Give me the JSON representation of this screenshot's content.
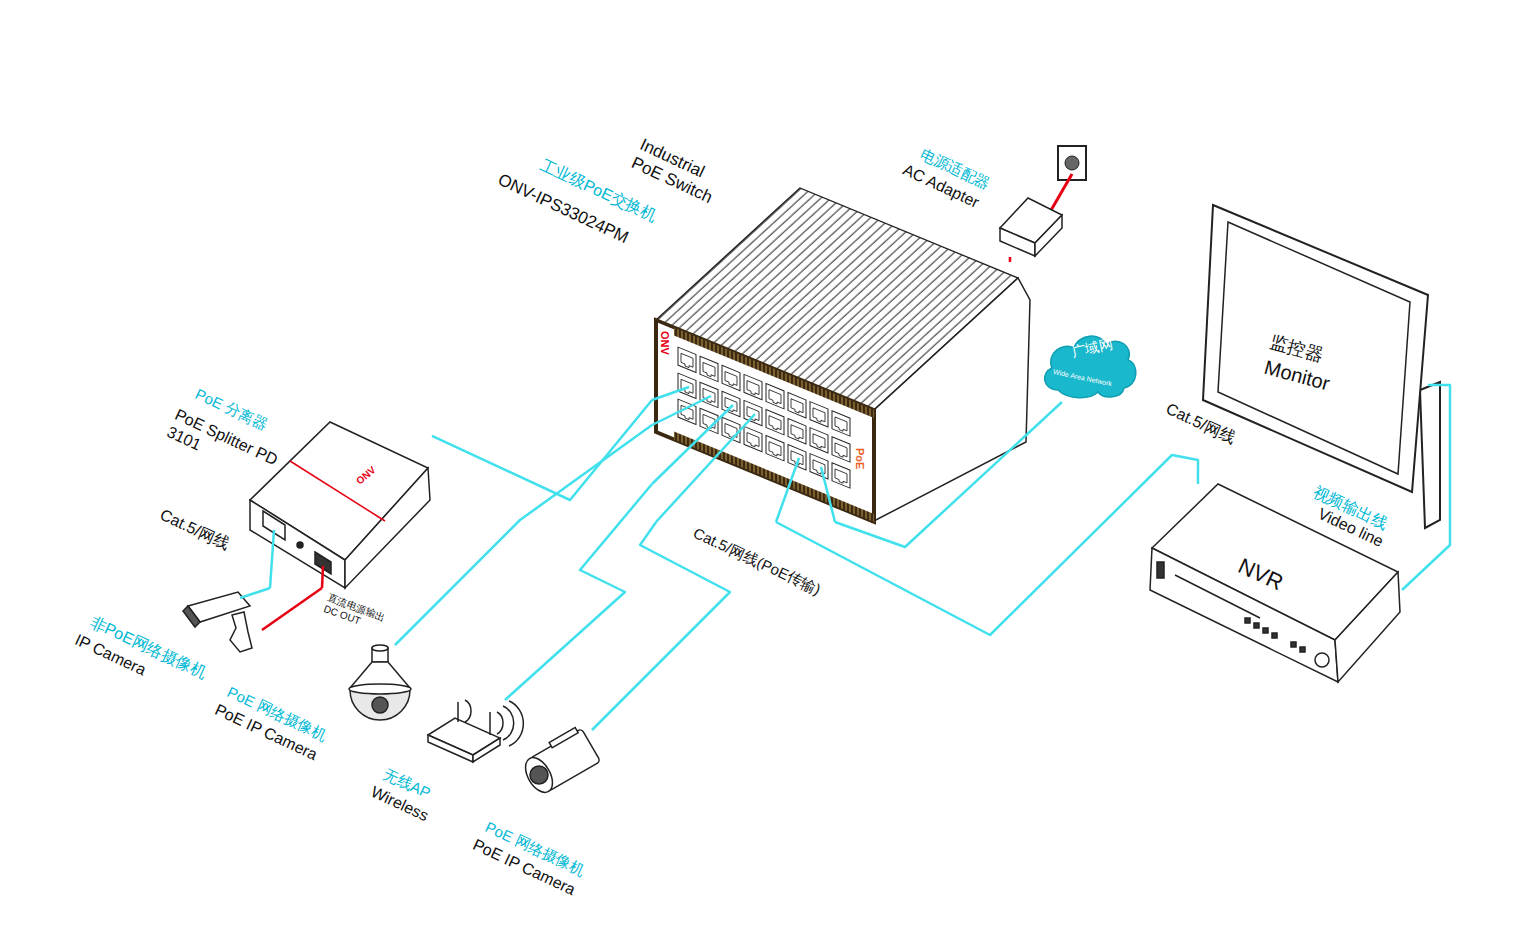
{
  "diagram": {
    "nodes": [
      {
        "text": [
          "Industrial PoE Switch",
          "工业级PoE交换机",
          "ONV-IPS33024PM",
          "ONV",
          "PoE"
        ]
      },
      {
        "text": [
          "电源适配器",
          "AC Adapter"
        ]
      },
      {
        "text": [
          "PoE 分离器",
          "PoE Splitter PD 3101",
          "ONV"
        ]
      },
      {
        "text": [
          "非PoE网络摄像机",
          "IP Camera"
        ]
      },
      {
        "text": [
          "PoE 网络摄像机",
          "PoE IP Camera"
        ]
      },
      {
        "text": [
          "无线AP",
          "Wireless"
        ]
      },
      {
        "text": [
          "PoE 网络摄像机",
          "PoE IP Camera"
        ]
      },
      {
        "text": [
          "广域网",
          "Wide Area Network"
        ]
      },
      {
        "text": [
          "监控器",
          "Monitor"
        ]
      },
      {
        "text": [
          "NVR"
        ]
      }
    ],
    "edges": [
      {
        "from": 1,
        "to": 0,
        "arrow": "none"
      },
      {
        "from": 0,
        "to": 2,
        "arrow": "none"
      },
      {
        "from": 0,
        "to": 4,
        "arrow": "none"
      },
      {
        "from": 0,
        "to": 5,
        "arrow": "none"
      },
      {
        "from": 0,
        "to": 6,
        "arrow": "none"
      },
      {
        "from": 0,
        "to": 9,
        "arrow": "none"
      },
      {
        "from": 0,
        "to": 7,
        "arrow": "none"
      },
      {
        "from": 2,
        "to": 3,
        "arrow": "none"
      },
      {
        "from": 2,
        "to": 3,
        "arrow": "none"
      },
      {
        "from": 9,
        "to": 8,
        "arrow": "none"
      }
    ],
    "labels": [
      "Cat.5/网线",
      "直流电源输出",
      "DC OUT",
      "Cat.5/网线(PoE传输)",
      "Cat.5/网线",
      "视频输出线",
      "Video line"
    ]
  }
}
